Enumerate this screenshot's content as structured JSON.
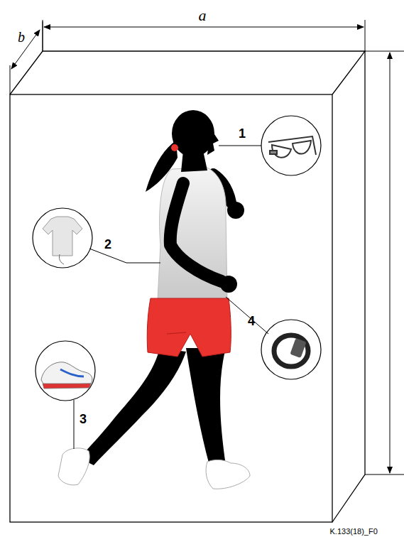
{
  "diagram": {
    "labels": [
      "a",
      "b",
      "1",
      "2",
      "3",
      "4",
      "K.133(18)_F0"
    ]
  }
}
